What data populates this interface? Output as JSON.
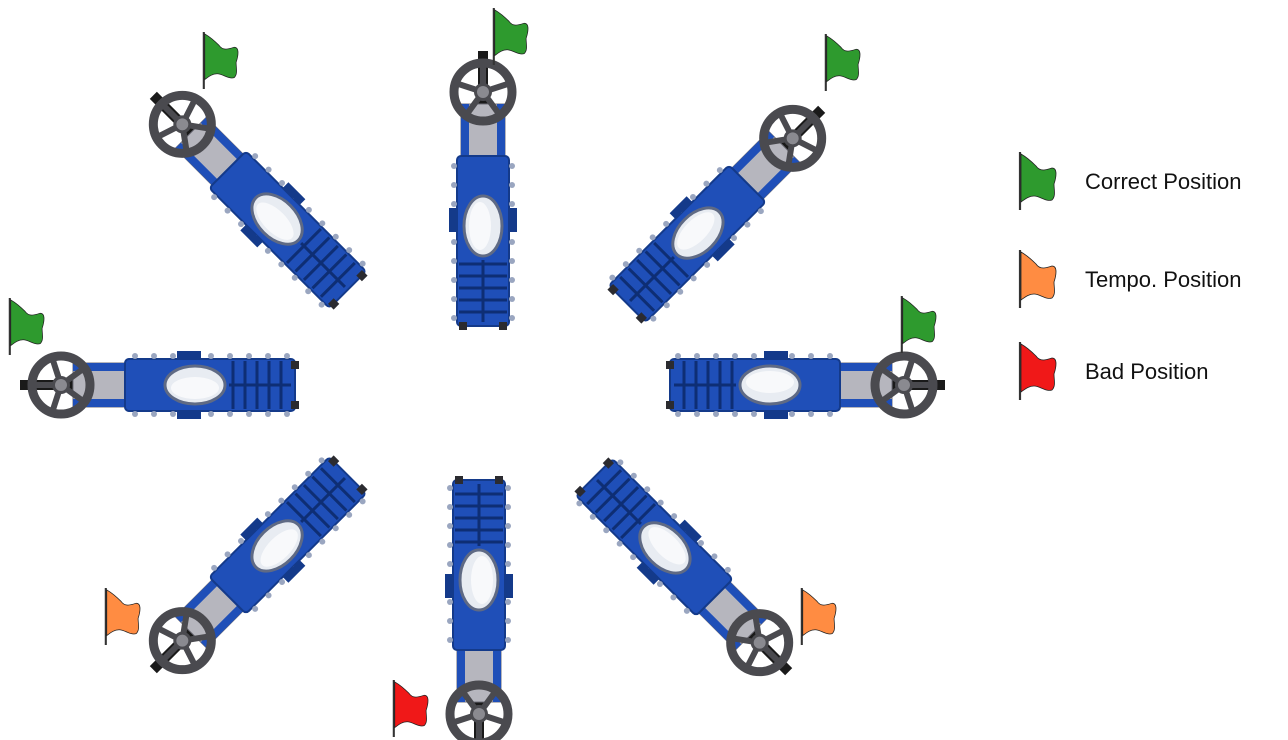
{
  "colors": {
    "valve_body": "#1f4fb8",
    "valve_body_dark": "#143a8a",
    "valve_ribs": "#0e2e74",
    "bolt": "#9aa6c0",
    "bonnet": "#b6b6be",
    "seat": "#e8ecf2",
    "handwheel": "#4a4a4f",
    "stem": "#1a1a1a",
    "flag_correct": "#2e9a2e",
    "flag_tempo": "#ff8c42",
    "flag_bad": "#f01818",
    "pole": "#333333"
  },
  "flag_icons": {
    "correct": "green-flag-icon",
    "tempo": "orange-flag-icon",
    "bad": "red-flag-icon"
  },
  "legend": [
    {
      "status": "correct",
      "label": "Correct Position"
    },
    {
      "status": "tempo",
      "label": "Tempo. Position"
    },
    {
      "status": "bad",
      "label": "Bad Position"
    }
  ],
  "valves": [
    {
      "orientation": "stem-up",
      "status": "correct"
    },
    {
      "orientation": "stem-up-right",
      "status": "correct"
    },
    {
      "orientation": "stem-right",
      "status": "correct"
    },
    {
      "orientation": "stem-down-right",
      "status": "tempo"
    },
    {
      "orientation": "stem-down",
      "status": "bad"
    },
    {
      "orientation": "stem-down-left",
      "status": "tempo"
    },
    {
      "orientation": "stem-left",
      "status": "correct"
    },
    {
      "orientation": "stem-up-left",
      "status": "correct"
    }
  ]
}
